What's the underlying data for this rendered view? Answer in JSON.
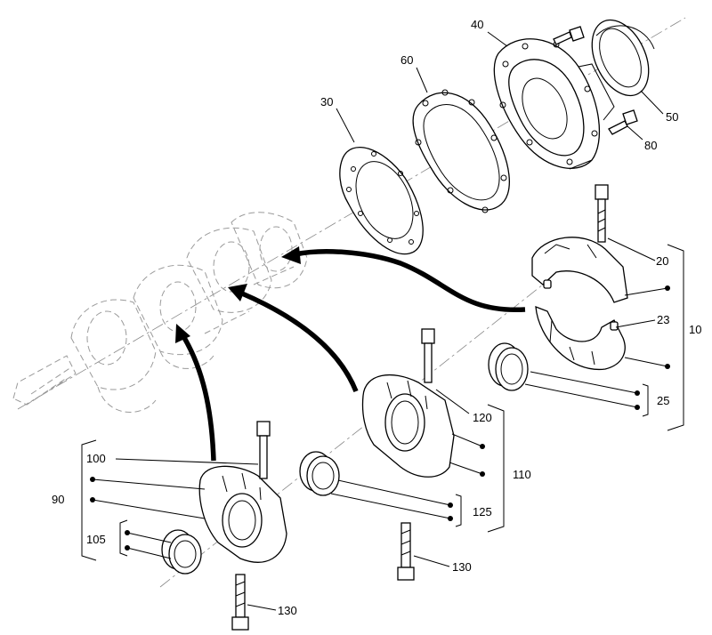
{
  "callouts": {
    "c10": "10",
    "c20": "20",
    "c23": "23",
    "c25": "25",
    "c30": "30",
    "c40": "40",
    "c50": "50",
    "c60": "60",
    "c80": "80",
    "c90": "90",
    "c100": "100",
    "c105": "105",
    "c110": "110",
    "c120": "120",
    "c125": "125",
    "c130a": "130",
    "c130b": "130"
  },
  "colors": {
    "ink": "#000000",
    "ghost": "#9a9a9a",
    "background": "#ffffff"
  }
}
